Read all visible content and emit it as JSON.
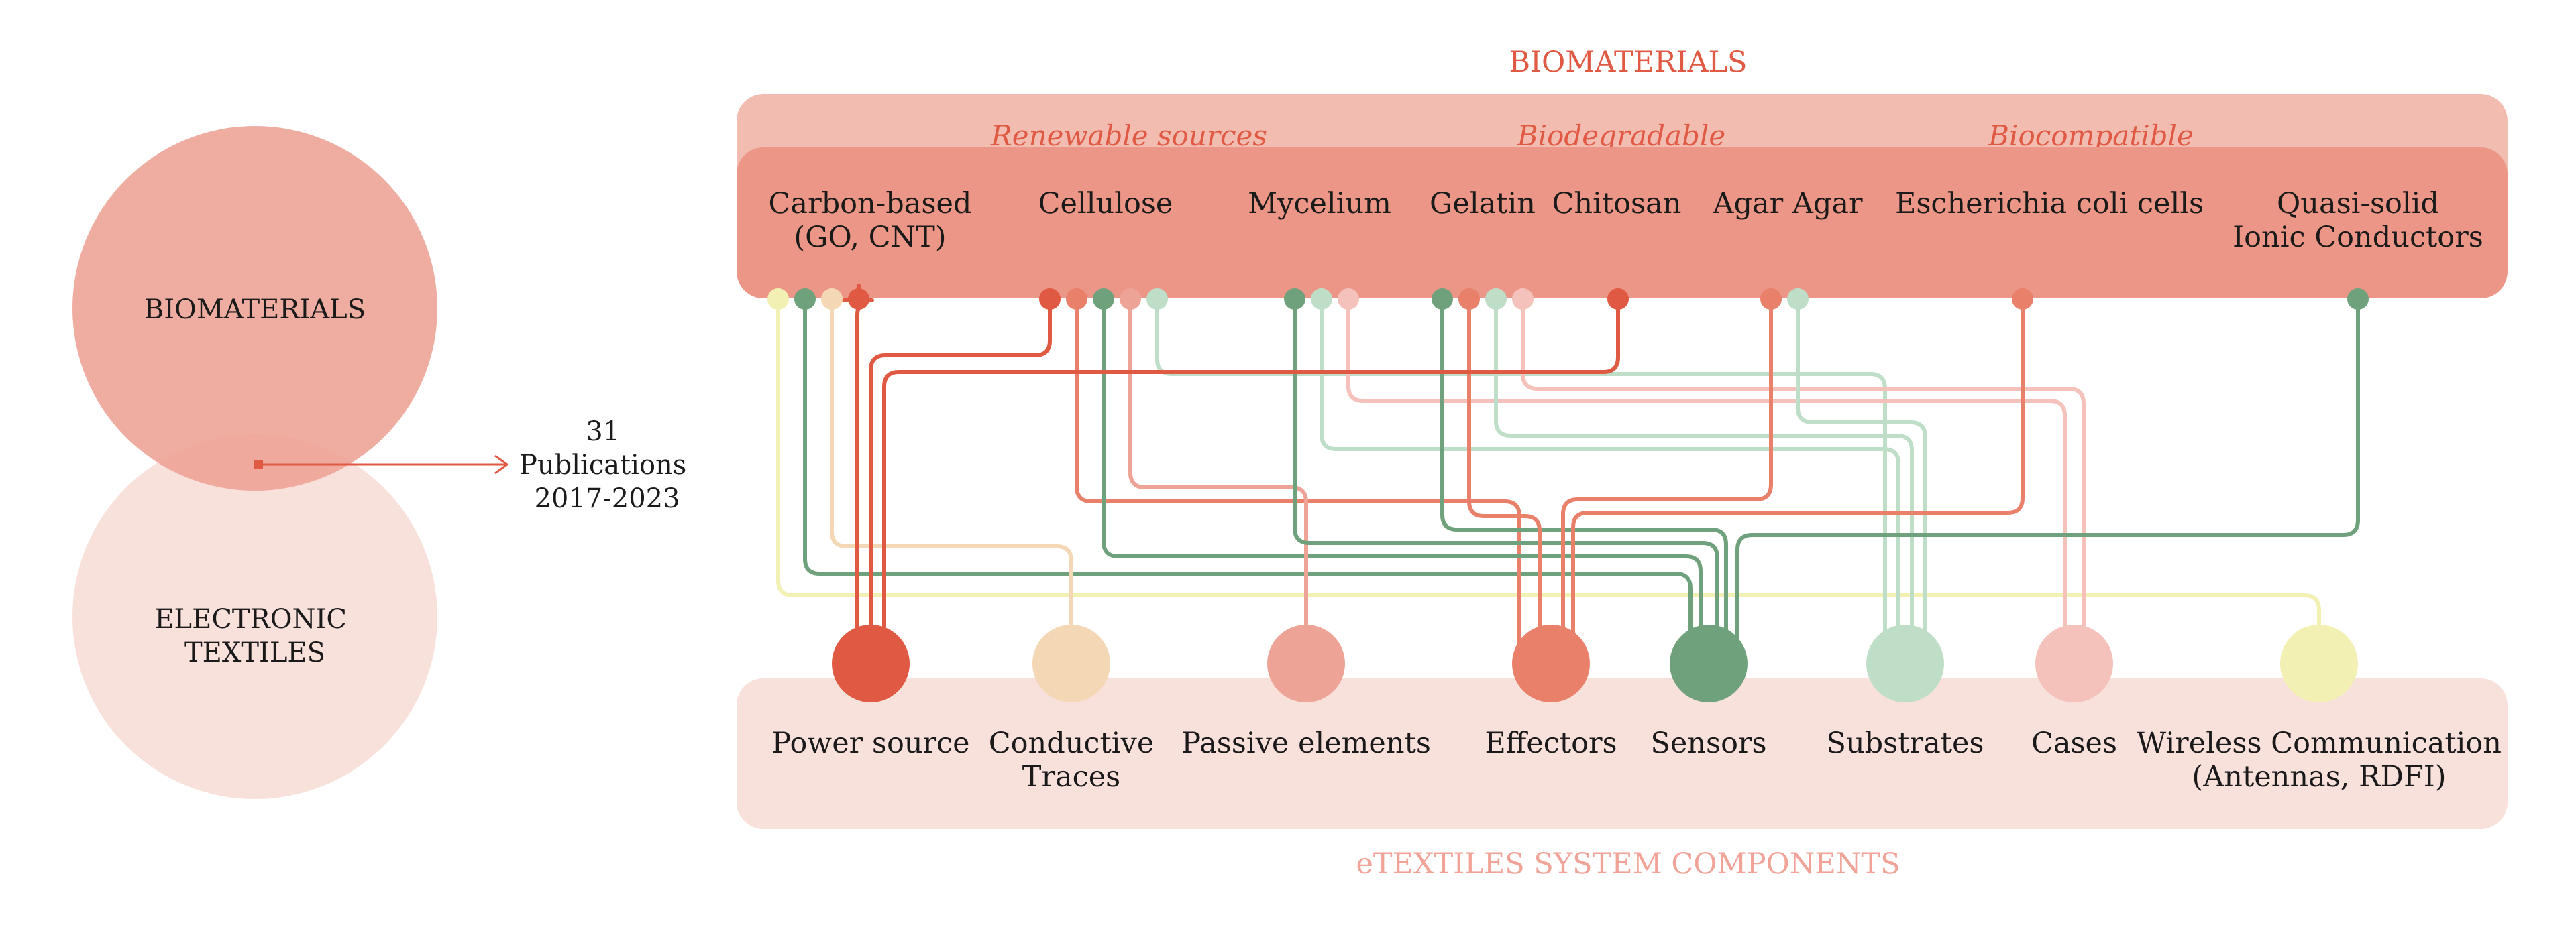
{
  "colors": {
    "band_outer": "#f2bcb0",
    "band_inner": "#eb9686",
    "band_bottom": "#f8e0db",
    "red": "#e05a43",
    "salmon": "#e8806a",
    "pink": "#eda396",
    "light_pink": "#f4c1bb",
    "green": "#6fa27c",
    "light_green": "#bfdec7",
    "peach": "#f4d7b4",
    "yellow": "#f2f0b2",
    "heading": "#e05a43",
    "footer": "#f0a396"
  },
  "header": {
    "title": "BIOMATERIALS"
  },
  "properties": [
    "Renewable sources",
    "Biodegradable",
    "Biocompatible"
  ],
  "materials": [
    {
      "id": "carbon",
      "lines": [
        "Carbon-based",
        "(GO, CNT)"
      ]
    },
    {
      "id": "cellulose",
      "lines": [
        "Cellulose"
      ]
    },
    {
      "id": "mycelium",
      "lines": [
        "Mycelium"
      ]
    },
    {
      "id": "gelatin",
      "lines": [
        "Gelatin"
      ]
    },
    {
      "id": "chitosan",
      "lines": [
        "Chitosan"
      ]
    },
    {
      "id": "agar",
      "lines": [
        "Agar Agar"
      ]
    },
    {
      "id": "ecoli",
      "lines": [
        "Escherichia coli cells"
      ]
    },
    {
      "id": "ionic",
      "lines": [
        "Quasi-solid",
        "Ionic Conductors"
      ]
    }
  ],
  "components": [
    {
      "id": "power",
      "color": "red",
      "lines": [
        "Power source"
      ]
    },
    {
      "id": "traces",
      "color": "peach",
      "lines": [
        "Conductive",
        "Traces"
      ]
    },
    {
      "id": "passive",
      "color": "pink",
      "lines": [
        "Passive elements"
      ]
    },
    {
      "id": "effectors",
      "color": "salmon",
      "lines": [
        "Effectors"
      ]
    },
    {
      "id": "sensors",
      "color": "green",
      "lines": [
        "Sensors"
      ]
    },
    {
      "id": "substrates",
      "color": "light_green",
      "lines": [
        "Substrates"
      ]
    },
    {
      "id": "cases",
      "color": "light_pink",
      "lines": [
        "Cases"
      ]
    },
    {
      "id": "wireless",
      "color": "yellow",
      "lines": [
        "Wireless Communication",
        "(Antennas, RDFI)"
      ]
    }
  ],
  "connections": [
    {
      "from": "carbon",
      "to": "wireless",
      "color": "yellow"
    },
    {
      "from": "carbon",
      "to": "sensors",
      "color": "green"
    },
    {
      "from": "carbon",
      "to": "traces",
      "color": "peach"
    },
    {
      "from": "carbon",
      "to": "power",
      "color": "red"
    },
    {
      "from": "cellulose",
      "to": "power",
      "color": "red"
    },
    {
      "from": "cellulose",
      "to": "effectors",
      "color": "salmon"
    },
    {
      "from": "cellulose",
      "to": "sensors",
      "color": "green"
    },
    {
      "from": "cellulose",
      "to": "passive",
      "color": "pink"
    },
    {
      "from": "cellulose",
      "to": "substrates",
      "color": "light_green"
    },
    {
      "from": "mycelium",
      "to": "sensors",
      "color": "green"
    },
    {
      "from": "mycelium",
      "to": "substrates",
      "color": "light_green"
    },
    {
      "from": "mycelium",
      "to": "cases",
      "color": "light_pink"
    },
    {
      "from": "gelatin",
      "to": "sensors",
      "color": "green"
    },
    {
      "from": "gelatin",
      "to": "effectors",
      "color": "salmon"
    },
    {
      "from": "gelatin",
      "to": "substrates",
      "color": "light_green"
    },
    {
      "from": "gelatin",
      "to": "cases",
      "color": "light_pink"
    },
    {
      "from": "chitosan",
      "to": "power",
      "color": "red"
    },
    {
      "from": "agar",
      "to": "effectors",
      "color": "salmon"
    },
    {
      "from": "agar",
      "to": "substrates",
      "color": "light_green"
    },
    {
      "from": "ecoli",
      "to": "effectors",
      "color": "salmon"
    },
    {
      "from": "ionic",
      "to": "sensors",
      "color": "green"
    }
  ],
  "venn": {
    "top_label": "BIOMATERIALS",
    "bottom_lines": [
      "ELECTRONIC",
      "TEXTILES"
    ],
    "top_color": "#eda396",
    "bottom_color": "#f8e0db"
  },
  "publications": {
    "lines": [
      "31",
      "Publications",
      "2017-2023"
    ]
  },
  "footer": {
    "title": "eTEXTILES SYSTEM COMPONENTS"
  }
}
